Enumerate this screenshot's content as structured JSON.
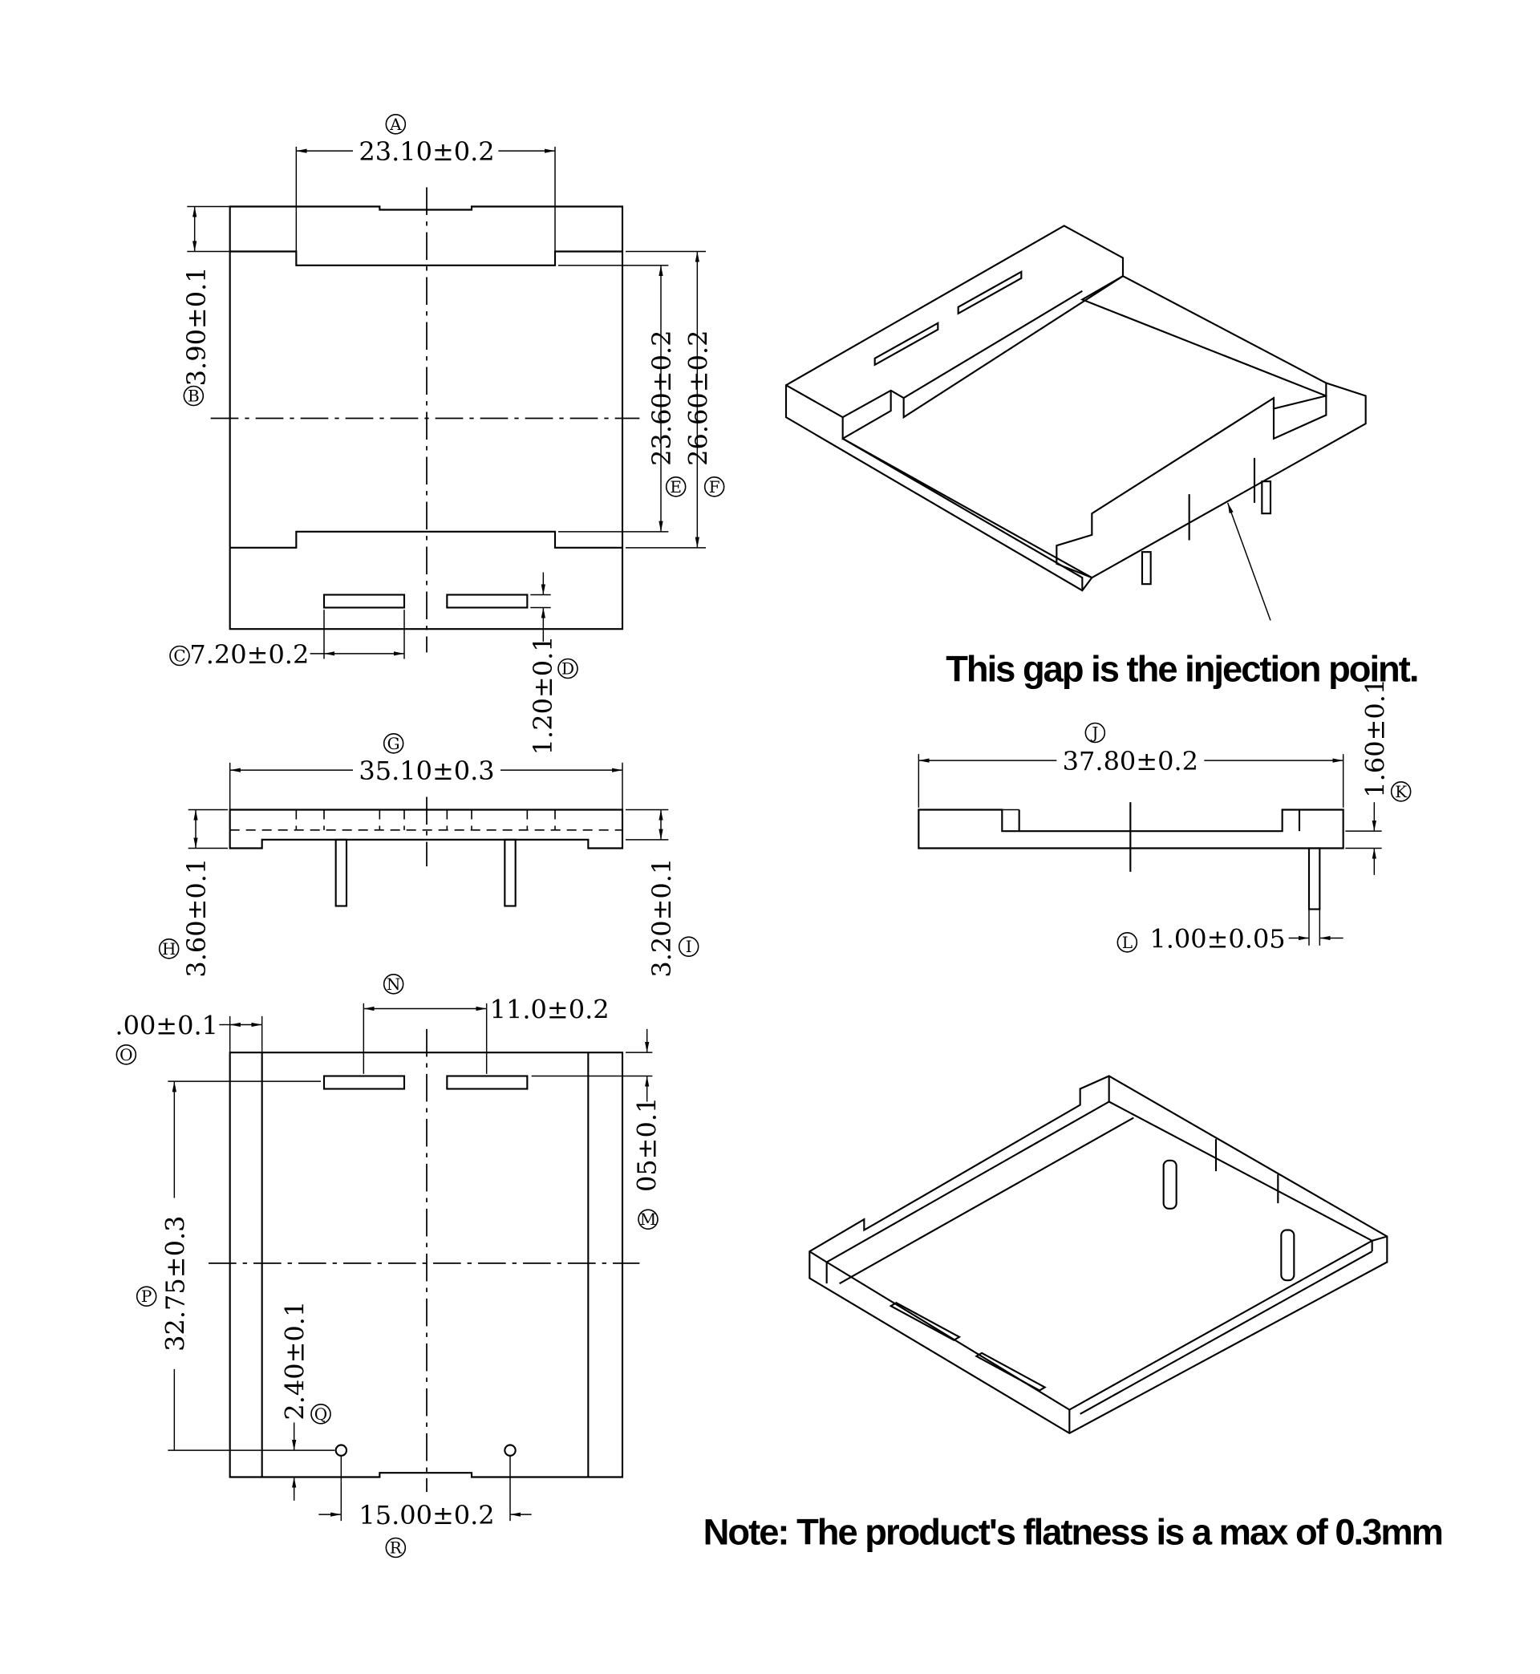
{
  "dimensions": {
    "A": {
      "tag": "A",
      "value": "23.10±0.2"
    },
    "B": {
      "tag": "B",
      "value": "3.90±0.1"
    },
    "C": {
      "tag": "C",
      "value": "7.20±0.2"
    },
    "D": {
      "tag": "D",
      "value": "1.20±0.1"
    },
    "E": {
      "tag": "E",
      "value": "23.60±0.2"
    },
    "F": {
      "tag": "F",
      "value": "26.60±0.2"
    },
    "G": {
      "tag": "G",
      "value": "35.10±0.3"
    },
    "H": {
      "tag": "H",
      "value": "3.60±0.1"
    },
    "I": {
      "tag": "I",
      "value": "3.20±0.1"
    },
    "J": {
      "tag": "J",
      "value": "37.80±0.2"
    },
    "K": {
      "tag": "K",
      "value": "1.60±0.1"
    },
    "L": {
      "tag": "L",
      "value": "1.00±0.05"
    },
    "M": {
      "tag": "M",
      "value": "05±0.1"
    },
    "N": {
      "tag": "N",
      "value": "11.0±0.2"
    },
    "O": {
      "tag": "O",
      "value": ".00±0.1"
    },
    "P": {
      "tag": "P",
      "value": "32.75±0.3"
    },
    "Q": {
      "tag": "Q",
      "value": "2.40±0.1"
    },
    "R": {
      "tag": "R",
      "value": "15.00±0.2"
    }
  },
  "notes": {
    "injection": "This gap is the injection point.",
    "flatness": "Note: The product's flatness is a max of 0.3mm"
  }
}
